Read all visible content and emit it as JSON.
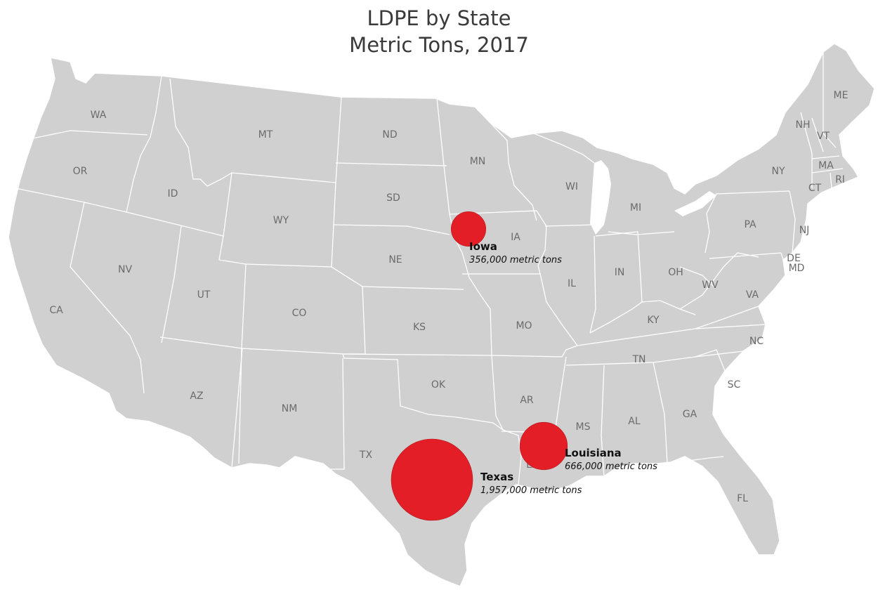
{
  "title": {
    "line1": "LDPE by State",
    "line2": "Metric Tons, 2017"
  },
  "colors": {
    "land": "#d0d0d0",
    "border": "#ffffff",
    "bubble": "#e41e26",
    "label": "#6b6b6b"
  },
  "states": {
    "WA": "WA",
    "OR": "OR",
    "CA": "CA",
    "ID": "ID",
    "NV": "NV",
    "MT": "MT",
    "WY": "WY",
    "UT": "UT",
    "AZ": "AZ",
    "CO": "CO",
    "NM": "NM",
    "ND": "ND",
    "SD": "SD",
    "NE": "NE",
    "KS": "KS",
    "OK": "OK",
    "TX": "TX",
    "MN": "MN",
    "IA": "IA",
    "MO": "MO",
    "AR": "AR",
    "LA": "LA",
    "WI": "WI",
    "IL": "IL",
    "MI": "MI",
    "IN": "IN",
    "OH": "OH",
    "KY": "KY",
    "TN": "TN",
    "MS": "MS",
    "AL": "AL",
    "GA": "GA",
    "FL": "FL",
    "SC": "SC",
    "NC": "NC",
    "VA": "VA",
    "WV": "WV",
    "PA": "PA",
    "NY": "NY",
    "NJ": "NJ",
    "DE": "DE",
    "MD": "MD",
    "CT": "CT",
    "RI": "RI",
    "MA": "MA",
    "VT": "VT",
    "NH": "NH",
    "ME": "ME"
  },
  "callouts": [
    {
      "name": "Iowa",
      "value": "356,000 metric tons",
      "tons": 356000
    },
    {
      "name": "Louisiana",
      "value": "666,000 metric tons",
      "tons": 666000
    },
    {
      "name": "Texas",
      "value": "1,957,000 metric tons",
      "tons": 1957000
    }
  ]
}
